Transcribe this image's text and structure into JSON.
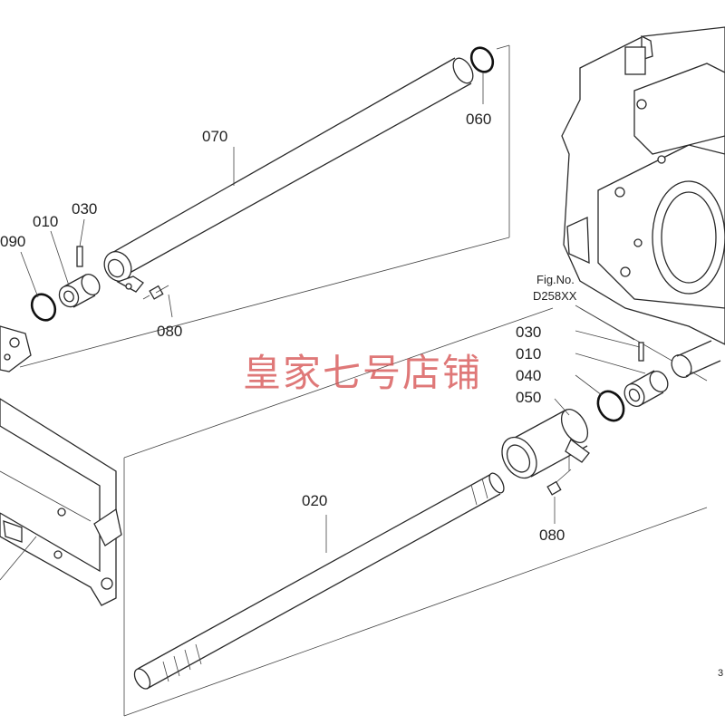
{
  "labels": {
    "p070": "070",
    "p060": "060",
    "p010_left": "010",
    "p030_left": "030",
    "p090": "090",
    "p080_top": "080",
    "fig_no": "Fig.No.",
    "fig_ref": "D258XX",
    "p030_right": "030",
    "p010_right": "010",
    "p040": "040",
    "p050": "050",
    "p020": "020",
    "p080_bottom": "080",
    "page_num": "3"
  },
  "watermark": "皇家七号店铺",
  "colors": {
    "watermark": "#d65252",
    "line": "#333333",
    "background": "#ffffff"
  }
}
